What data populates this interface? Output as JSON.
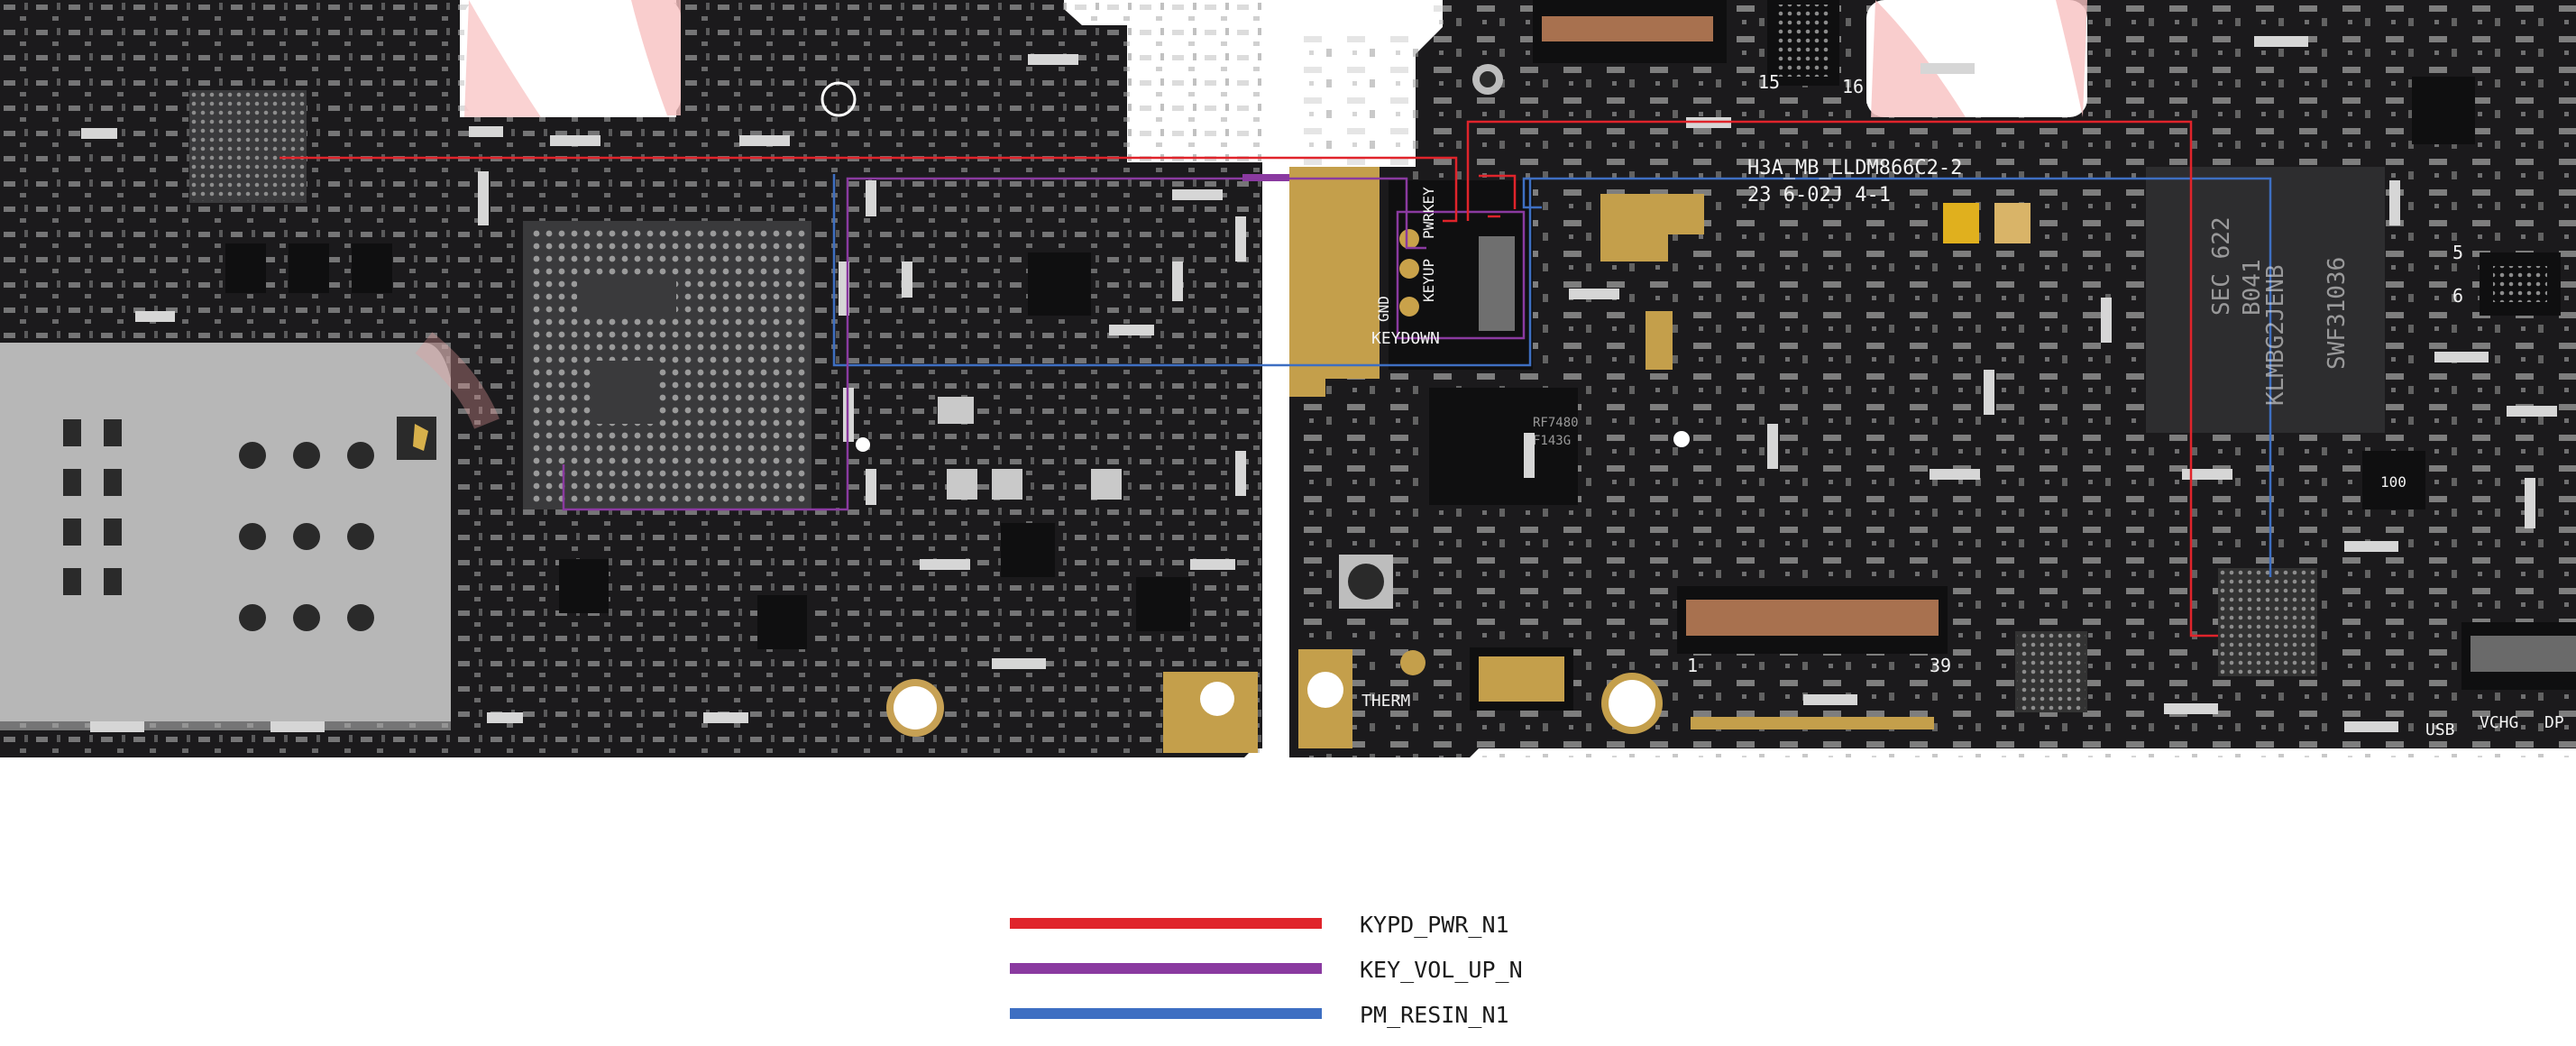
{
  "board": {
    "markings": [
      {
        "id": "board-model",
        "text": "H3A_MB_LLDM866C2-2"
      },
      {
        "id": "board-date",
        "text": "23 6-02J  4-1"
      },
      {
        "id": "pin-15",
        "text": "15"
      },
      {
        "id": "pin-16",
        "text": "16"
      },
      {
        "id": "pin-1",
        "text": "1"
      },
      {
        "id": "pin-39",
        "text": "39"
      },
      {
        "id": "pin-5",
        "text": "5"
      },
      {
        "id": "pin-6",
        "text": "6"
      },
      {
        "id": "pad-pwrkey",
        "text": "PWRKEY"
      },
      {
        "id": "pad-keyup",
        "text": "KEYUP"
      },
      {
        "id": "pad-gnd",
        "text": "GND"
      },
      {
        "id": "pad-keydown",
        "text": "KEYDOWN"
      },
      {
        "id": "therm",
        "text": "THERM"
      },
      {
        "id": "usb",
        "text": "USB"
      },
      {
        "id": "vchg",
        "text": "VCHG"
      },
      {
        "id": "dp",
        "text": "DP"
      },
      {
        "id": "chip-1-line1",
        "text": "RF7480"
      },
      {
        "id": "chip-1-line2",
        "text": "F143G"
      },
      {
        "id": "chip-2-line1",
        "text": "KLMBG2JENB"
      },
      {
        "id": "chip-2-line2",
        "text": "SEC 622"
      },
      {
        "id": "chip-2-line3",
        "text": "B041"
      },
      {
        "id": "chip-2-line4",
        "text": "SWF31036"
      },
      {
        "id": "inductor",
        "text": "100"
      }
    ]
  },
  "legend": [
    {
      "label": "KYPD_PWR_N1",
      "color": "#e0242b"
    },
    {
      "label": "KEY_VOL_UP_N",
      "color": "#8a3aa0"
    },
    {
      "label": "PM_RESIN_N1",
      "color": "#3e6fc2"
    }
  ],
  "colors": {
    "board": "#1b1a1c",
    "gold": "#c9a24a",
    "silver": "#c8c8c8"
  }
}
